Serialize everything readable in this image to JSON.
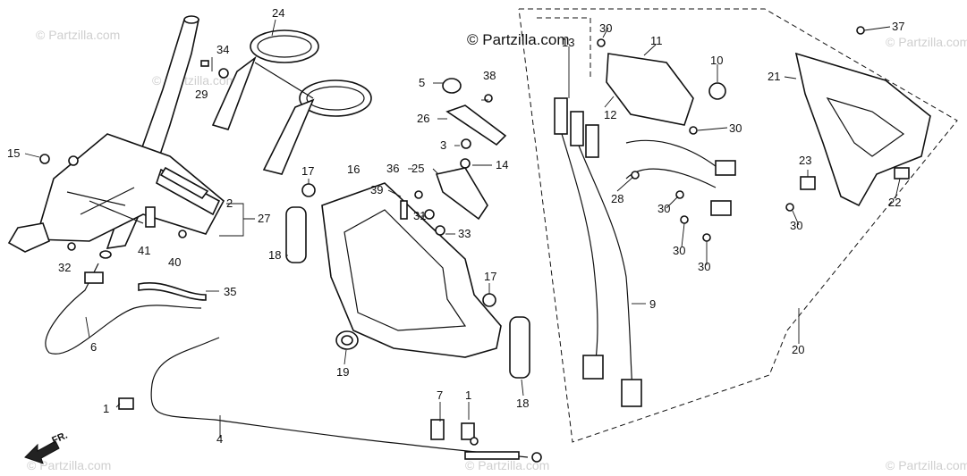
{
  "watermark": {
    "copyright": "© Partzilla.com",
    "faint_tiles": [
      "© Partzilla.com",
      "© Partzilla.com",
      "© Partzilla.com",
      "© Partzilla.com",
      "© Partzilla.com",
      "© Partzilla.com"
    ]
  },
  "direction": {
    "label": "FR."
  },
  "callouts": [
    {
      "id": "c24",
      "text": "24"
    },
    {
      "id": "c34",
      "text": "34"
    },
    {
      "id": "c29",
      "text": "29"
    },
    {
      "id": "c15",
      "text": "15"
    },
    {
      "id": "c2",
      "text": "2"
    },
    {
      "id": "c27",
      "text": "27"
    },
    {
      "id": "c41",
      "text": "41"
    },
    {
      "id": "c40",
      "text": "40"
    },
    {
      "id": "c32",
      "text": "32"
    },
    {
      "id": "c35",
      "text": "35"
    },
    {
      "id": "c6",
      "text": "6"
    },
    {
      "id": "c1a",
      "text": "1"
    },
    {
      "id": "c4",
      "text": "4"
    },
    {
      "id": "c5",
      "text": "5"
    },
    {
      "id": "c38",
      "text": "38"
    },
    {
      "id": "c26",
      "text": "26"
    },
    {
      "id": "c3",
      "text": "3"
    },
    {
      "id": "c14",
      "text": "14"
    },
    {
      "id": "c36",
      "text": "36"
    },
    {
      "id": "c25",
      "text": "25"
    },
    {
      "id": "c17a",
      "text": "17"
    },
    {
      "id": "c16",
      "text": "16"
    },
    {
      "id": "c39",
      "text": "39"
    },
    {
      "id": "c31",
      "text": "31"
    },
    {
      "id": "c33",
      "text": "33"
    },
    {
      "id": "c18a",
      "text": "18"
    },
    {
      "id": "c17b",
      "text": "17"
    },
    {
      "id": "c19",
      "text": "19"
    },
    {
      "id": "c18b",
      "text": "18"
    },
    {
      "id": "c7",
      "text": "7"
    },
    {
      "id": "c1b",
      "text": "1"
    },
    {
      "id": "c30a",
      "text": "30"
    },
    {
      "id": "c13",
      "text": "13"
    },
    {
      "id": "c11",
      "text": "11"
    },
    {
      "id": "c10",
      "text": "10"
    },
    {
      "id": "c12",
      "text": "12"
    },
    {
      "id": "c30b",
      "text": "30"
    },
    {
      "id": "c28",
      "text": "28"
    },
    {
      "id": "c30c",
      "text": "30"
    },
    {
      "id": "c30d",
      "text": "30"
    },
    {
      "id": "c30e",
      "text": "30"
    },
    {
      "id": "c9",
      "text": "9"
    },
    {
      "id": "c37",
      "text": "37"
    },
    {
      "id": "c21",
      "text": "21"
    },
    {
      "id": "c23",
      "text": "23"
    },
    {
      "id": "c22",
      "text": "22"
    },
    {
      "id": "c30f",
      "text": "30"
    },
    {
      "id": "c20",
      "text": "20"
    }
  ]
}
